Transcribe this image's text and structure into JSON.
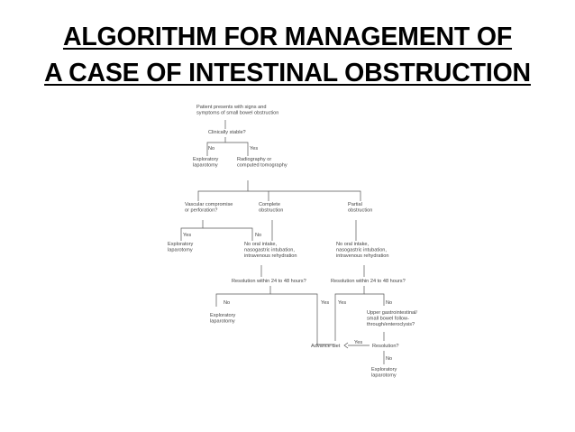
{
  "slide": {
    "title_line1": "ALGORITHM FOR MANAGEMENT OF",
    "title_line2": "A CASE OF INTESTINAL OBSTRUCTION"
  },
  "flowchart": {
    "nodes": {
      "start": [
        "Patient presents with signs and",
        "symptoms of small bowel obstruction"
      ],
      "stable": [
        "Clinically stable?"
      ],
      "explap1": [
        "Exploratory",
        "laparotomy"
      ],
      "radio": [
        "Radiography or",
        "computed tomography"
      ],
      "vasc": [
        "Vascular compromise",
        "or perforation?"
      ],
      "complete": [
        "Complete",
        "obstruction"
      ],
      "partial": [
        "Partial",
        "obstruction"
      ],
      "explap2": [
        "Exploratory",
        "laparotomy"
      ],
      "nooral1": [
        "No oral intake,",
        "nasogastric intubation,",
        "intravenous rehydration"
      ],
      "nooral2": [
        "No oral intake,",
        "nasogastric intubation,",
        "intravenous rehydration"
      ],
      "res1": [
        "Resolution within 24 to 48 hours?"
      ],
      "res2": [
        "Resolution within 24 to 48 hours?"
      ],
      "explap3": [
        "Exploratory",
        "laparotomy"
      ],
      "ugi": [
        "Upper gastrointestinal/",
        "small bowel follow-",
        "through/enteroclysis?"
      ],
      "advance": [
        "Advance diet"
      ],
      "res3": [
        "Resolution?"
      ],
      "explap4": [
        "Exploratory",
        "laparotomy"
      ]
    },
    "labels": {
      "no": "No",
      "yes": "Yes"
    }
  }
}
